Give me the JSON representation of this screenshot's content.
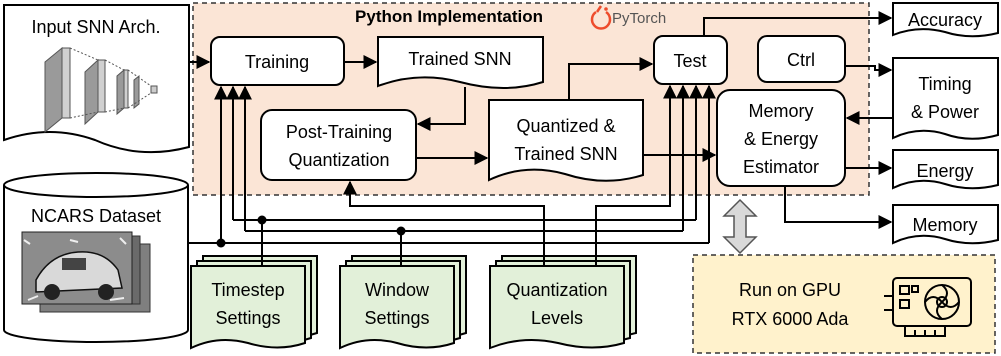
{
  "colors": {
    "python_region_fill": "#fbe5d6",
    "gpu_region_fill": "#fff2cc",
    "settings_fill": "#e2f0d9",
    "pytorch_orange": "#ee4c2c"
  },
  "inputs": {
    "arch": "Input SNN Arch.",
    "dataset": "NCARS Dataset"
  },
  "python": {
    "title": "Python Implementation",
    "pytorch": "PyTorch",
    "training": "Training",
    "trained_snn": "Trained SNN",
    "ptq_line1": "Post-Training",
    "ptq_line2": "Quantization",
    "qt_line1": "Quantized &",
    "qt_line2": "Trained SNN",
    "test": "Test",
    "ctrl": "Ctrl",
    "mem_line1": "Memory",
    "mem_line2": "& Energy",
    "mem_line3": "Estimator"
  },
  "outputs": {
    "accuracy": "Accuracy",
    "timing_line1": "Timing",
    "timing_line2": "& Power",
    "energy": "Energy",
    "memory": "Memory"
  },
  "settings": {
    "timestep_line1": "Timestep",
    "timestep_line2": "Settings",
    "window_line1": "Window",
    "window_line2": "Settings",
    "quant_line1": "Quantization",
    "quant_line2": "Levels"
  },
  "gpu": {
    "line1": "Run on GPU",
    "line2": "RTX 6000 Ada"
  },
  "icons": [
    "neural-net-icon",
    "event-image-icon",
    "pytorch-logo-icon",
    "gpu-card-icon"
  ]
}
